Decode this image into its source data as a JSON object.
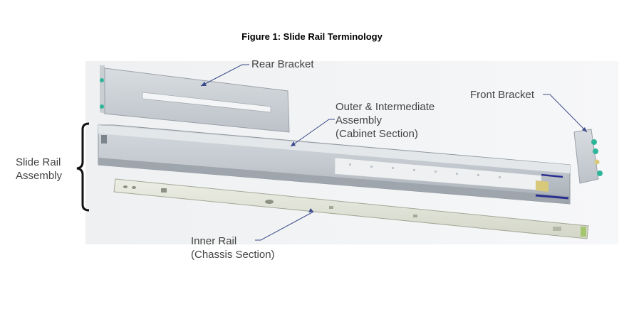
{
  "figure": {
    "title": "Figure 1: Slide Rail Terminology"
  },
  "labels": {
    "rear_bracket": "Rear Bracket",
    "front_bracket": "Front Bracket",
    "outer_assembly_line1": "Outer & Intermediate",
    "outer_assembly_line2": "Assembly",
    "outer_assembly_line3": "(Cabinet Section)",
    "slide_rail_line1": "Slide Rail",
    "slide_rail_line2": "Assembly",
    "inner_rail_line1": "Inner Rail",
    "inner_rail_line2": "(Chassis Section)"
  },
  "colors": {
    "rail_light": "#dfe3e6",
    "rail_mid": "#bfc5cb",
    "rail_dark": "#8e969d",
    "inner_rail": "#e4e6dc",
    "pointer": "#3c4a8a",
    "accent_teal": "#2fb59a",
    "accent_blue": "#2a2f8f"
  }
}
